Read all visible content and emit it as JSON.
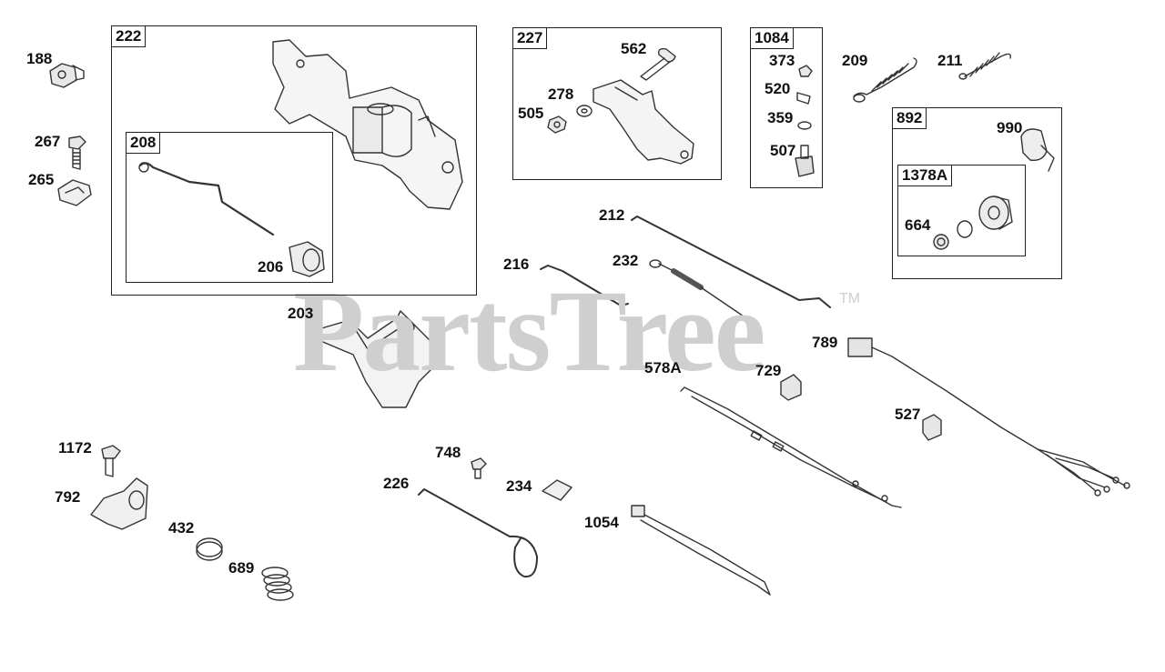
{
  "watermark": {
    "brand": "PartsTree",
    "tm": "TM"
  },
  "groups": {
    "g222": "222",
    "g208": "208",
    "g227": "227",
    "g1084": "1084",
    "g892": "892",
    "g1378": "1378A"
  },
  "parts": {
    "p188": "188",
    "p267": "267",
    "p265": "265",
    "p206": "206",
    "p203": "203",
    "p562": "562",
    "p278": "278",
    "p505": "505",
    "p373": "373",
    "p520": "520",
    "p359": "359",
    "p507": "507",
    "p209": "209",
    "p211": "211",
    "p990": "990",
    "p664": "664",
    "p212": "212",
    "p216": "216",
    "p232": "232",
    "p789": "789",
    "p578A": "578A",
    "p729": "729",
    "p527": "527",
    "p1172": "1172",
    "p792": "792",
    "p432": "432",
    "p689": "689",
    "p748": "748",
    "p226": "226",
    "p234": "234",
    "p1054": "1054"
  }
}
